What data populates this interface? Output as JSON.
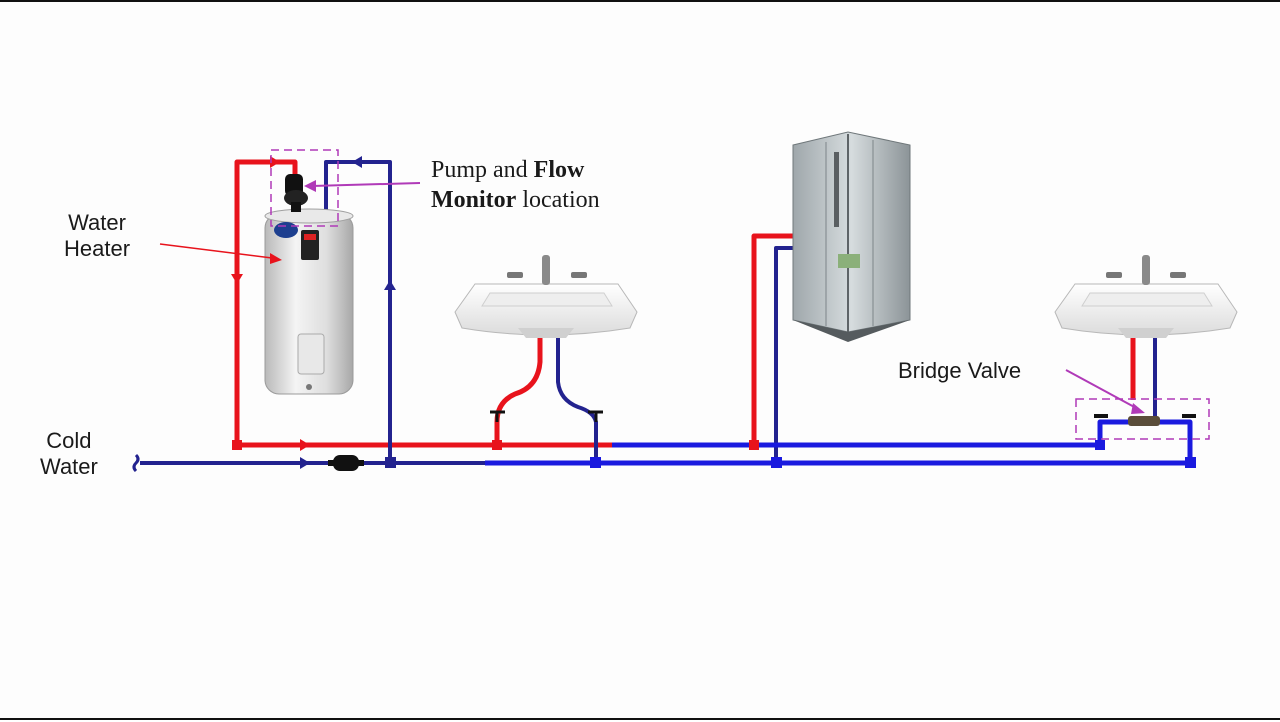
{
  "labels": {
    "water_heater_line1": "Water",
    "water_heater_line2": "Heater",
    "pump_line1_normal": "Pump and ",
    "pump_line1_bold": "Flow",
    "pump_line2_bold": "Monitor",
    "pump_line2_normal": " location",
    "bridge_valve": "Bridge Valve",
    "cold_water_line1": "Cold",
    "cold_water_line2": "Water"
  },
  "colors": {
    "hot_line": "#e8131c",
    "cold_line": "#1a1adf",
    "return_line": "#23238f",
    "callout": "#b03ab8"
  },
  "icons": [
    "water-heater-icon",
    "pump-icon",
    "check-valve-icon",
    "sink-icon",
    "shower-stall-icon",
    "bridge-valve-icon"
  ]
}
